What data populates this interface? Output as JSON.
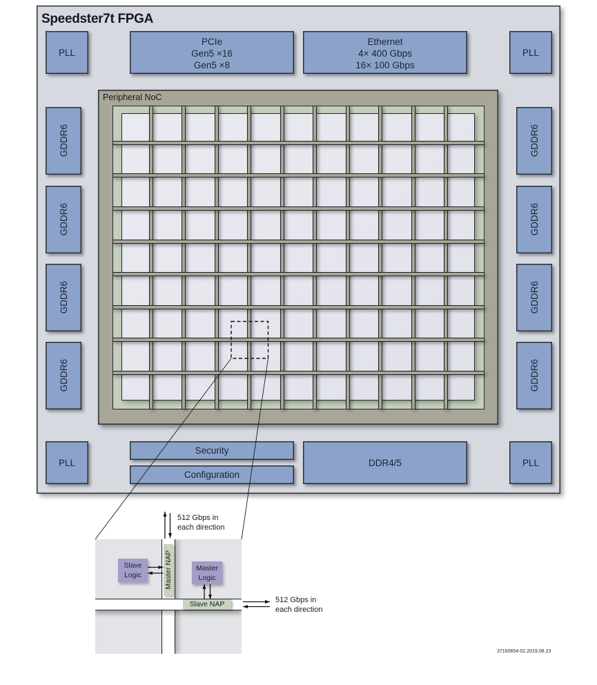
{
  "fpga": {
    "title": "Speedster7t FPGA",
    "top_row": {
      "pll_left": "PLL",
      "pcie": [
        "PCIe",
        "Gen5 ×16",
        "Gen5 ×8"
      ],
      "ethernet": [
        "Ethernet",
        "4× 400 Gbps",
        "16× 100 Gbps"
      ],
      "pll_right": "PLL"
    },
    "left_column": [
      "GDDR6",
      "GDDR6",
      "GDDR6",
      "GDDR6"
    ],
    "right_column": [
      "GDDR6",
      "GDDR6",
      "GDDR6",
      "GDDR6"
    ],
    "bottom_row": {
      "pll_left": "PLL",
      "security": "Security",
      "configuration": "Configuration",
      "ddr": "DDR4/5",
      "pll_right": "PLL"
    },
    "noc": {
      "label": "Peripheral NoC",
      "vertical_channels": 10,
      "horizontal_channels": 8
    }
  },
  "nap_detail": {
    "slave_logic": [
      "Slave",
      "Logic"
    ],
    "master_logic": [
      "Master",
      "Logic"
    ],
    "master_nap": "Master NAP",
    "slave_nap": "Slave NAP",
    "vertical_bandwidth": [
      "512 Gbps in",
      "each direction"
    ],
    "horizontal_bandwidth": [
      "512 Gbps in",
      "each direction"
    ]
  },
  "footer": {
    "document_id": "37160654-02.2019.08.23"
  },
  "colors": {
    "fpga_fill": "#d6d9e0",
    "block_fill": "#8ba3cb",
    "noc_frame": "#a8a698",
    "noc_inner": "#c4cfbd",
    "fabric_fill": "#e5e6ed",
    "detail_fill": "#e3e4e8",
    "logic_fill": "#a29ec9",
    "nap_fill": "#c6d4c0",
    "outline": "#2c2e33"
  }
}
